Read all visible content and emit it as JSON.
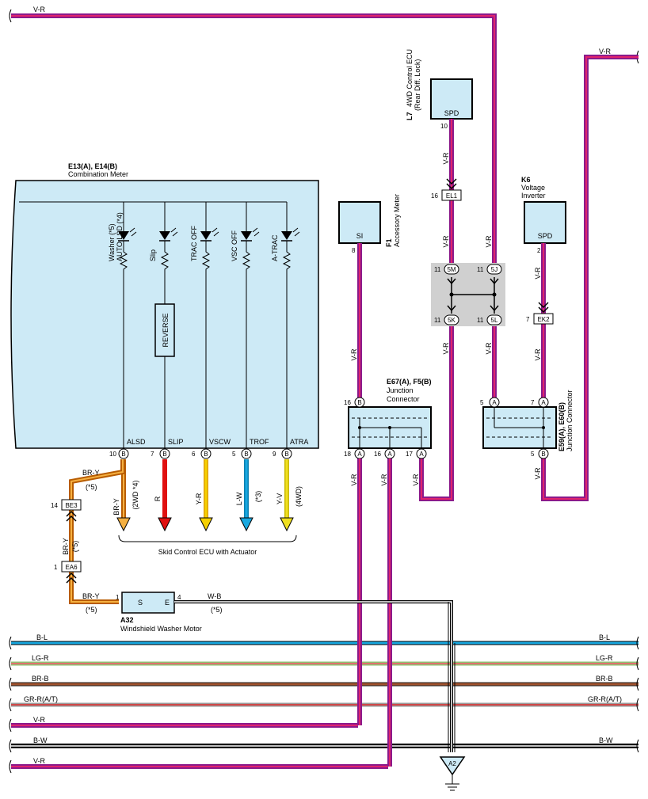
{
  "wire_colors": {
    "V-R": "#8b1a8b",
    "V-R-inner": "#e0246c",
    "BR-Y": "#b85c00",
    "BR-Y-inner": "#f5b041",
    "R": "#e01010",
    "Y-R": "#f5d000",
    "L-W": "#18a8e0",
    "Y-V": "#f0e020",
    "B-L": "#18a8e0",
    "LG-R": "#8ec070",
    "BR-B": "#8b4513",
    "GR-R": "#c05050",
    "B-W": "#222222"
  },
  "components": {
    "combo_meter": {
      "code": "E13(A), E14(B)",
      "name": "Combination Meter"
    },
    "ecu_4wd": {
      "code": "L7",
      "name1": "4WD Control ECU",
      "name2": "(Rear Diff. Lock)",
      "terminal": "SPD",
      "pin": "10"
    },
    "voltage_inverter": {
      "code": "K6",
      "name1": "Voltage",
      "name2": "Inverter",
      "terminal": "SPD",
      "pin": "2"
    },
    "accessory_meter": {
      "code": "F1",
      "name": "Accessory Meter",
      "terminal": "SI",
      "pin": "8"
    },
    "junction_1": {
      "code": "E67(A), F5(B)",
      "name1": "Junction",
      "name2": "Connector"
    },
    "junction_2": {
      "code": "E59(A), E60(B)",
      "name": "Junction Connector"
    },
    "washer_motor": {
      "code": "A32",
      "name": "Windshield Washer Motor",
      "term_s": "S",
      "term_e": "E",
      "pin_s": "1",
      "pin_e": "4"
    },
    "skid_ecu": {
      "name": "Skid Control ECU with Actuator"
    },
    "ground": {
      "label": "A2"
    }
  },
  "indicators": [
    {
      "label1": "Washer (*5)",
      "label2": "AUTO LSD (*4)",
      "terminal": "ALSD",
      "pin": "10",
      "conn": "B",
      "wire": "BR-Y",
      "wire_note": "(2WD *4)"
    },
    {
      "label1": "Slip",
      "label2": "",
      "terminal": "SLIP",
      "pin": "7",
      "conn": "B",
      "wire": "R",
      "wire_note": ""
    },
    {
      "label1": "TRAC OFF",
      "label2": "",
      "terminal": "VSCW",
      "pin": "6",
      "conn": "B",
      "wire": "Y-R",
      "wire_note": ""
    },
    {
      "label1": "VSC OFF",
      "label2": "",
      "terminal": "TROF",
      "pin": "5",
      "conn": "B",
      "wire": "L-W",
      "wire_note": "(*3)"
    },
    {
      "label1": "A-TRAC",
      "label2": "",
      "terminal": "ATRA",
      "pin": "9",
      "conn": "B",
      "wire": "Y-V",
      "wire_note": "(4WD)"
    }
  ],
  "reverse_label": "REVERSE",
  "connectors": {
    "EL1": {
      "label": "EL1",
      "pin": "16"
    },
    "EK2": {
      "label": "EK2",
      "pin": "7"
    },
    "BE3": {
      "label": "BE3",
      "pin": "14"
    },
    "EA6": {
      "label": "EA6",
      "pin": "1"
    },
    "c5M": "5M",
    "c5J": "5J",
    "c5K": "5K",
    "c5L": "5L",
    "pin11": "11"
  },
  "wire_labels": {
    "vr": "V-R",
    "bry": "BR-Y",
    "star5": "(*5)",
    "wb": "W-B",
    "bl": "B-L",
    "lgr": "LG-R",
    "brb": "BR-B",
    "grr": "GR-R(A/T)",
    "bw": "B-W"
  },
  "pins": {
    "j1_top": "16",
    "j1_top_c": "B",
    "j1_b1": "18",
    "j1_b2": "16",
    "j1_b3": "17",
    "j1_bc": "A",
    "j2_t1": "5",
    "j2_t2": "7",
    "j2_tc": "A",
    "j2_b": "5",
    "j2_bc": "B"
  }
}
